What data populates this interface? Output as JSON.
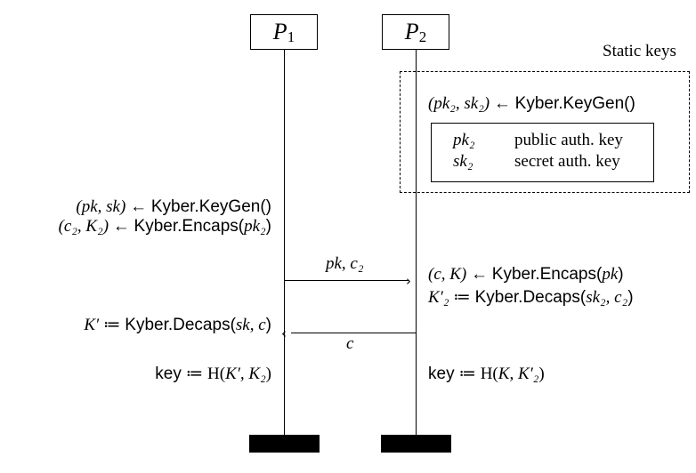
{
  "parties": [
    {
      "name": "P",
      "subscript": "1"
    },
    {
      "name": "P",
      "subscript": "2"
    }
  ],
  "static_keys": {
    "title": "Static keys",
    "keygen_lhs": "(pk₂, sk₂) ←",
    "keygen_rhs": "Kyber.KeyGen()",
    "table": [
      {
        "symbol": "pk₂",
        "description": "public auth. key"
      },
      {
        "symbol": "sk₂",
        "description": "secret auth. key"
      }
    ]
  },
  "p1_steps": {
    "keygen_lhs": "(pk, sk) ←",
    "keygen_rhs": "Kyber.KeyGen()",
    "encaps_lhs": "(c₂, K₂) ←",
    "encaps_fn": "Kyber.Encaps(",
    "encaps_arg": "pk₂",
    "encaps_close": ")",
    "decaps_lhs": "K′ ≔",
    "decaps_fn": "Kyber.Decaps(",
    "decaps_arg": "sk, c",
    "decaps_close": ")",
    "key_lhs": "key",
    "key_rhs": "≔ H(",
    "key_args": "K′, K₂",
    "key_close": ")"
  },
  "p2_steps": {
    "encaps_lhs": "(c, K) ←",
    "encaps_fn": "Kyber.Encaps(",
    "encaps_arg": "pk",
    "encaps_close": ")",
    "decaps_lhs": "K′₂ ≔",
    "decaps_fn": "Kyber.Decaps(",
    "decaps_arg": "sk₂, c₂",
    "decaps_close": ")",
    "key_lhs": "key",
    "key_rhs": "≔ H(",
    "key_args": "K, K′₂",
    "key_close": ")"
  },
  "messages": [
    {
      "label": "pk, c₂",
      "direction": "P1 to P2"
    },
    {
      "label": "c",
      "direction": "P2 to P1"
    }
  ]
}
